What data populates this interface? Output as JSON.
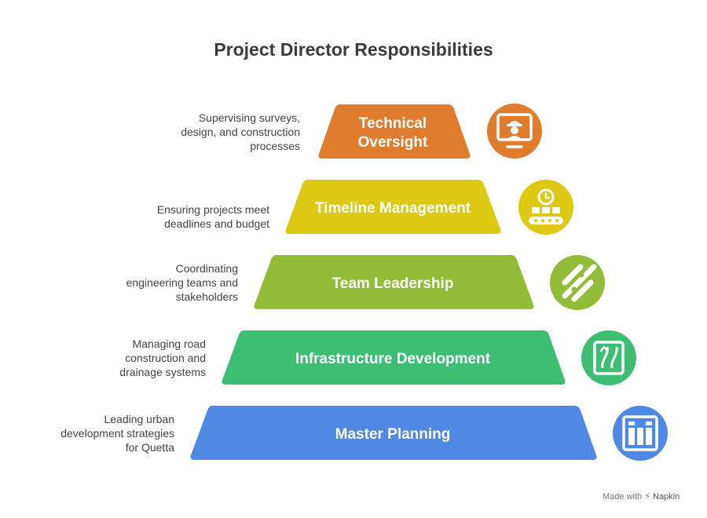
{
  "title": "Project Director Responsibilities",
  "levels": [
    {
      "label_lines": [
        "Technical",
        "Oversight"
      ],
      "description_lines": [
        "Supervising surveys,",
        "design, and construction",
        "processes"
      ],
      "color": "#E07C2E",
      "icon": "engineer-monitor-icon"
    },
    {
      "label_lines": [
        "Timeline Management"
      ],
      "description_lines": [
        "Ensuring projects meet",
        "deadlines and budget"
      ],
      "color": "#DDC814",
      "icon": "clock-conveyor-icon"
    },
    {
      "label_lines": [
        "Team Leadership"
      ],
      "description_lines": [
        "Coordinating",
        "engineering teams and",
        "stakeholders"
      ],
      "color": "#92BC38",
      "icon": "connected-team-icon"
    },
    {
      "label_lines": [
        "Infrastructure Development"
      ],
      "description_lines": [
        "Managing road",
        "construction and",
        "drainage systems"
      ],
      "color": "#3DBE73",
      "icon": "road-icon"
    },
    {
      "label_lines": [
        "Master Planning"
      ],
      "description_lines": [
        "Leading urban",
        "development strategies",
        "for Quetta"
      ],
      "color": "#4F89E3",
      "icon": "city-plan-icon"
    }
  ],
  "footer": {
    "prefix": "Made with",
    "brand": "Napkin"
  }
}
